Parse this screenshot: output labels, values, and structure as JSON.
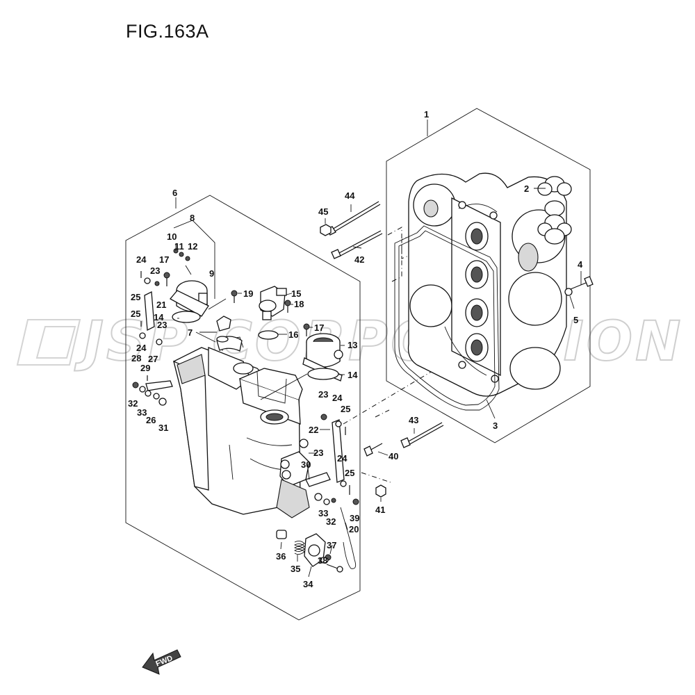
{
  "title": "FIG.163A",
  "watermark": "JSP CORPORATION",
  "fwd_label": "FWD",
  "callouts": [
    {
      "id": "c1",
      "text": "1"
    },
    {
      "id": "c2",
      "text": "2"
    },
    {
      "id": "c3",
      "text": "3"
    },
    {
      "id": "c4",
      "text": "4"
    },
    {
      "id": "c5",
      "text": "5"
    },
    {
      "id": "c6",
      "text": "6"
    },
    {
      "id": "c7",
      "text": "7"
    },
    {
      "id": "c8",
      "text": "8"
    },
    {
      "id": "c9",
      "text": "9"
    },
    {
      "id": "c10",
      "text": "10"
    },
    {
      "id": "c11",
      "text": "11"
    },
    {
      "id": "c12",
      "text": "12"
    },
    {
      "id": "c13",
      "text": "13"
    },
    {
      "id": "c14a",
      "text": "14"
    },
    {
      "id": "c14b",
      "text": "14"
    },
    {
      "id": "c15",
      "text": "15"
    },
    {
      "id": "c16",
      "text": "16"
    },
    {
      "id": "c17a",
      "text": "17"
    },
    {
      "id": "c17b",
      "text": "17"
    },
    {
      "id": "c18",
      "text": "18"
    },
    {
      "id": "c19",
      "text": "19"
    },
    {
      "id": "c20",
      "text": "20"
    },
    {
      "id": "c21",
      "text": "21"
    },
    {
      "id": "c22",
      "text": "22"
    },
    {
      "id": "c23a",
      "text": "23"
    },
    {
      "id": "c23b",
      "text": "23"
    },
    {
      "id": "c23c",
      "text": "23"
    },
    {
      "id": "c23d",
      "text": "23"
    },
    {
      "id": "c24a",
      "text": "24"
    },
    {
      "id": "c24b",
      "text": "24"
    },
    {
      "id": "c24c",
      "text": "24"
    },
    {
      "id": "c24d",
      "text": "24"
    },
    {
      "id": "c25a",
      "text": "25"
    },
    {
      "id": "c25b",
      "text": "25"
    },
    {
      "id": "c25c",
      "text": "25"
    },
    {
      "id": "c25d",
      "text": "25"
    },
    {
      "id": "c26",
      "text": "26"
    },
    {
      "id": "c27",
      "text": "27"
    },
    {
      "id": "c28",
      "text": "28"
    },
    {
      "id": "c29",
      "text": "29"
    },
    {
      "id": "c30",
      "text": "30"
    },
    {
      "id": "c31",
      "text": "31"
    },
    {
      "id": "c32a",
      "text": "32"
    },
    {
      "id": "c32b",
      "text": "32"
    },
    {
      "id": "c33a",
      "text": "33"
    },
    {
      "id": "c33b",
      "text": "33"
    },
    {
      "id": "c34",
      "text": "34"
    },
    {
      "id": "c35",
      "text": "35"
    },
    {
      "id": "c36",
      "text": "36"
    },
    {
      "id": "c37",
      "text": "37"
    },
    {
      "id": "c38",
      "text": "38"
    },
    {
      "id": "c39",
      "text": "39"
    },
    {
      "id": "c40",
      "text": "40"
    },
    {
      "id": "c41",
      "text": "41"
    },
    {
      "id": "c42",
      "text": "42"
    },
    {
      "id": "c43",
      "text": "43"
    },
    {
      "id": "c44",
      "text": "44"
    },
    {
      "id": "c45",
      "text": "45"
    }
  ]
}
